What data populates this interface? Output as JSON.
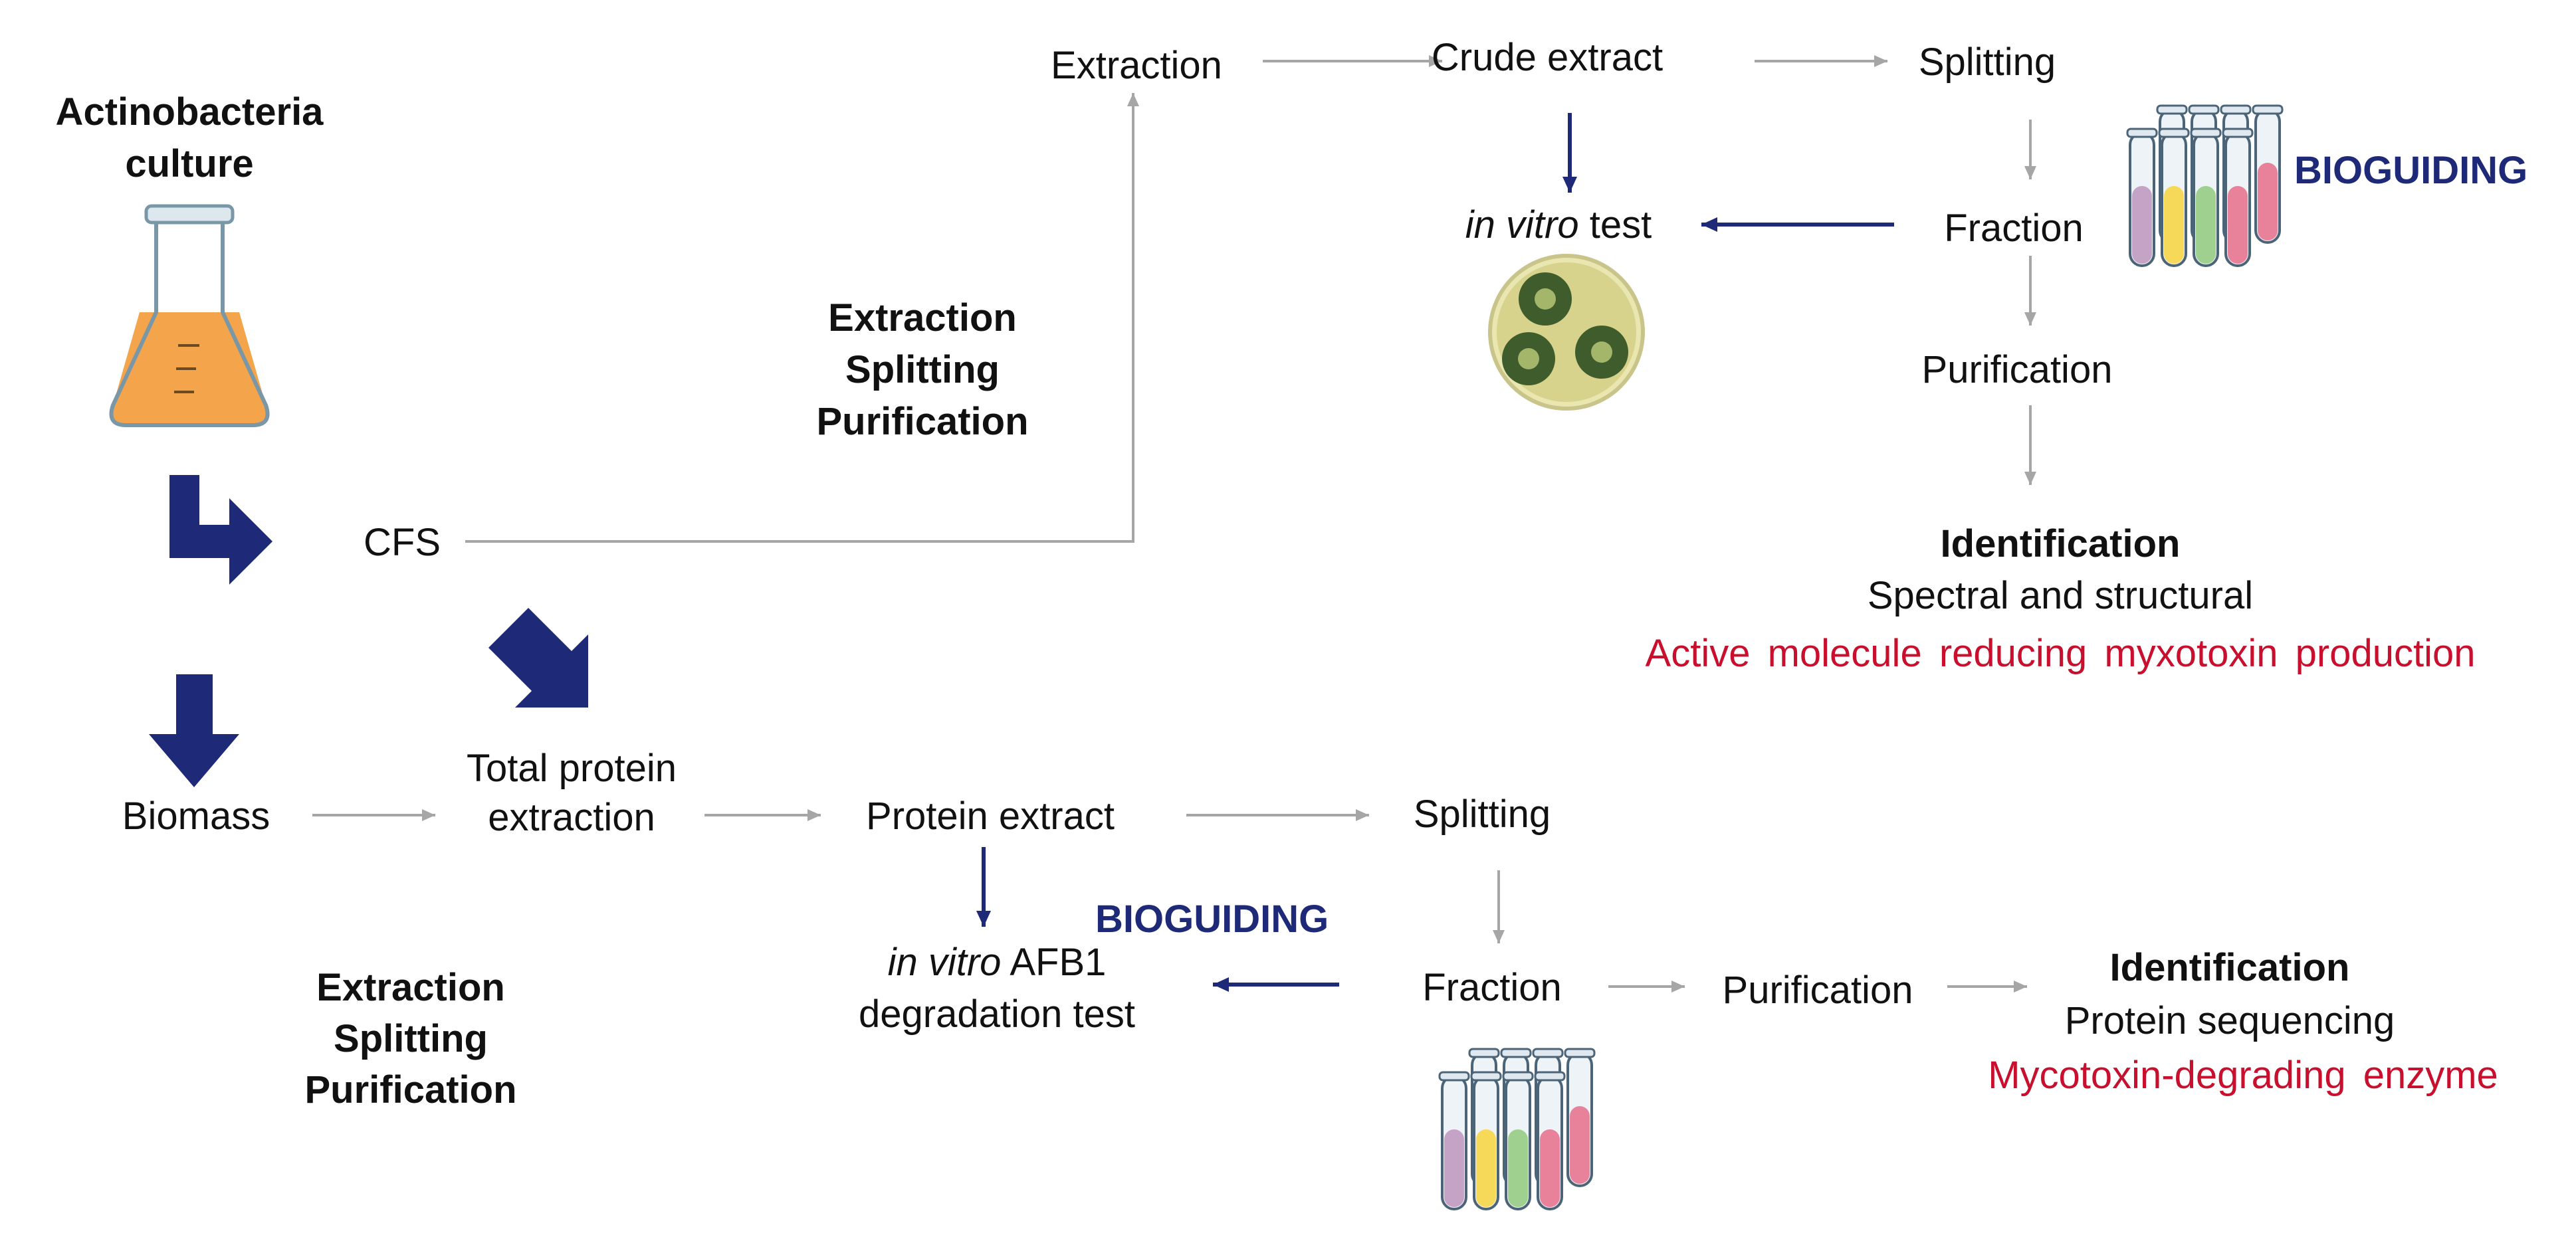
{
  "left": {
    "culture_title_line1": "Actinobacteria",
    "culture_title_line2": "culture",
    "cfs": "CFS",
    "biomass": "Biomass",
    "total_protein_line1": "Total protein",
    "total_protein_line2": "extraction",
    "steps_lower": [
      "Extraction",
      "Splitting",
      "Purification"
    ]
  },
  "upper": {
    "steps": [
      "Extraction",
      "Splitting",
      "Purification"
    ],
    "extraction": "Extraction",
    "crude_extract": "Crude extract",
    "splitting": "Splitting",
    "in_vitro_italic": "in vitro",
    "in_vitro_rest": " test",
    "fraction": "Fraction",
    "bioguiding": "BIOGUIDING",
    "purification": "Purification",
    "identification": "Identification",
    "spectral": "Spectral and structural",
    "result": "Active molecule reducing myxotoxin production"
  },
  "lower": {
    "protein_extract": "Protein extract",
    "splitting": "Splitting",
    "bioguiding": "BIOGUIDING",
    "in_vitro_italic": "in vitro",
    "in_vitro_rest": " AFB1",
    "degradation": "degradation test",
    "fraction": "Fraction",
    "purification": "Purification",
    "identification": "Identification",
    "sequencing": "Protein sequencing",
    "result": "Mycotoxin-degrading enzyme"
  },
  "colors": {
    "navy": "#1e2a78",
    "grey_arrow": "#a6a6a6",
    "red_text": "#c8102e",
    "culture_fill": "#f4a44a",
    "tube_colors": [
      "#c5a3c6",
      "#f7d95a",
      "#9fd08f",
      "#e8829b"
    ]
  },
  "icons": [
    "flask-icon",
    "test-tubes-icon",
    "petri-dish-icon"
  ]
}
